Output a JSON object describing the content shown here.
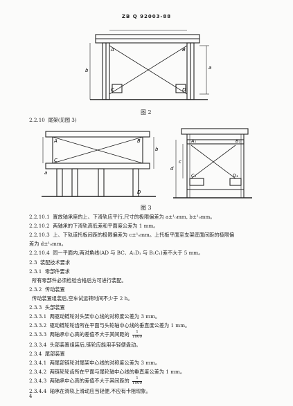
{
  "header": "ZB Q 92003-88",
  "fig2": {
    "caption": "图 2",
    "labels": {
      "A": "A",
      "B": "B",
      "C": "C",
      "D": "D",
      "a": "a",
      "b": "b"
    }
  },
  "fig3": {
    "caption": "图 3",
    "left_labels": {
      "A": "A",
      "B": "B",
      "C": "C",
      "D": "D",
      "a": "a",
      "b": "b"
    },
    "right_labels": {
      "A1": "A₁",
      "B1": "B₁",
      "C1": "C₁",
      "D1": "D₁",
      "c": "c",
      "d": "d"
    }
  },
  "lines": [
    {
      "num": "2.2.10",
      "text": "尾架(见图 3)"
    },
    {
      "num": "2.2.10.1",
      "text": "置放轴承座的上、下滑轨应平行,尺寸的极限偏差为 a±¹₀mm, b±¹₀mm。"
    },
    {
      "num": "2.2.10.2",
      "text": "两轴承的下滑轨高低差和平面度公差为 1 mm。"
    },
    {
      "num": "2.2.10.3",
      "text": "上、下轨道托板间距的极限偏差为 c±¹₀mm。上托板平面至支架底面间距的极限偏"
    },
    {
      "num": "",
      "text": "差为 d±¹₀mm。"
    },
    {
      "num": "2.2.10.4",
      "text": "同一平面内,两对角线(AD 与 BC、A₁D₁ 与 B₁C₁)差不大于 5 mm。"
    },
    {
      "num": "2.3",
      "text": "装配技术要求"
    },
    {
      "num": "2.3.1",
      "text": "零部件要求"
    },
    {
      "num": "",
      "text": "所有零部件必须检验合格后方可进行装配。"
    },
    {
      "num": "2.3.2",
      "text": "传动装置"
    },
    {
      "num": "",
      "text": "传动装置组装后,空车试运转时间不少于 2 h。"
    },
    {
      "num": "2.3.3",
      "text": "头部装置"
    },
    {
      "num": "2.3.3.1",
      "text": "两驱动链轮对头架中心线的对称度公差为 3 mm。"
    },
    {
      "num": "2.3.3.2",
      "text": "驱动链轮轮齿所在平面与头轮轴中心线的垂直度公差为 1 mm。"
    },
    {
      "num": "2.3.3.3",
      "text": "两轴承中心高的差值不大于其间距的",
      "frac": [
        "1",
        "1000"
      ]
    },
    {
      "num": "2.3.3.4",
      "text": "头部装置组装后,链轮应能用手轻便盘动。"
    },
    {
      "num": "2.3.4",
      "text": "尾部装置"
    },
    {
      "num": "2.3.4.1",
      "text": "两尾部链轮对尾架中心线的对称度公差为 3 mm。"
    },
    {
      "num": "2.3.4.2",
      "text": "两链轮轮齿所在平面与尾轮轴中心线的垂直度公差为 1 mm。"
    },
    {
      "num": "2.3.4.3",
      "text": "两轴承中心高的差值不大于其间距的",
      "frac": [
        "1",
        "1000"
      ]
    },
    {
      "num": "2.3.4.4",
      "text": "轴承在滑轨上滑动应当轻便,不应有卡阻现象。"
    }
  ],
  "page_number": "4"
}
